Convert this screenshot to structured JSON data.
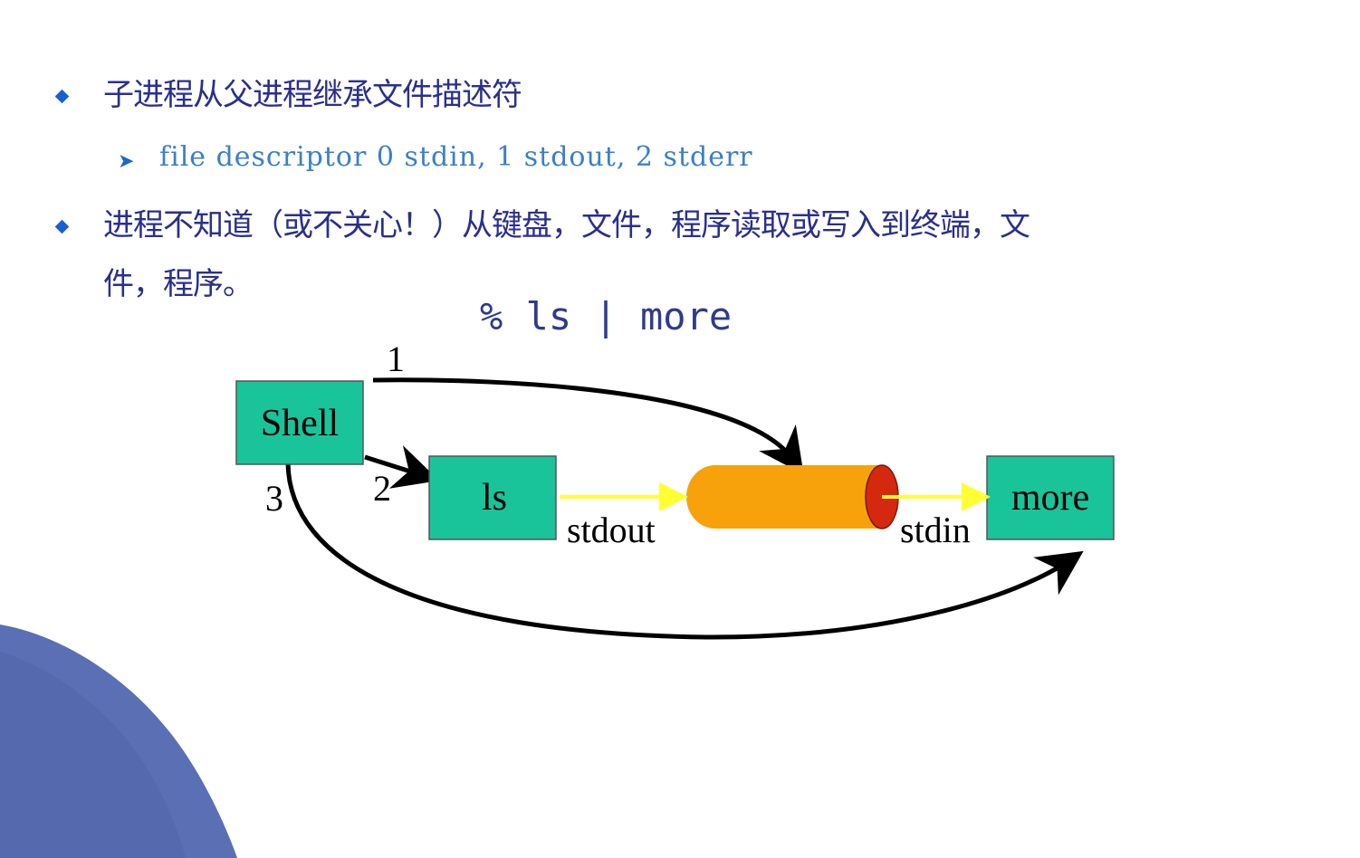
{
  "bullets": [
    {
      "text": "子进程从父进程继承文件描述符"
    },
    {
      "line1": "进程不知道（或不关心！）从键盘，文件，程序读取或写入到终端，文",
      "line2": "件，程序。"
    }
  ],
  "sub_bullet": {
    "arrow": "➤",
    "text": "file descriptor 0 stdin, 1 stdout, 2 stderr"
  },
  "command": "% ls | more",
  "diagram": {
    "boxes": {
      "shell": "Shell",
      "ls": "ls",
      "more": "more"
    },
    "arrow_labels": {
      "one": "1",
      "two": "2",
      "three": "3"
    },
    "stream_labels": {
      "stdout": "stdout",
      "stdin": "stdin"
    },
    "colors": {
      "box_fill": "#19c49a",
      "pipe_fill": "#f7a20a",
      "pipe_end": "#d4280f",
      "stream_arrow": "#ffff33"
    }
  }
}
